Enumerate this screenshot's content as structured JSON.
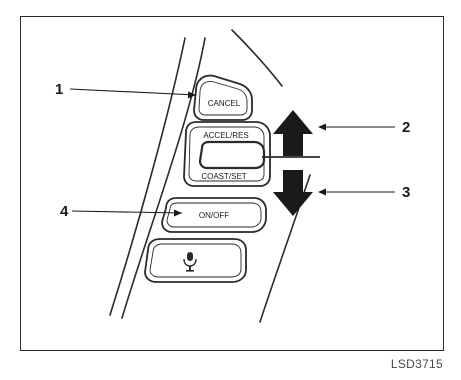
{
  "diagram": {
    "callouts": {
      "c1": "1",
      "c2": "2",
      "c3": "3",
      "c4": "4"
    },
    "buttons": {
      "cancel": "CANCEL",
      "accel_res": "ACCEL/RES",
      "coast_set": "COAST/SET",
      "on_off": "ON/OFF"
    },
    "figure_code": "LSD3715"
  },
  "icons": {
    "up_arrow": "up-arrow-icon",
    "down_arrow": "down-arrow-icon",
    "voice_button": "microphone-icon"
  }
}
